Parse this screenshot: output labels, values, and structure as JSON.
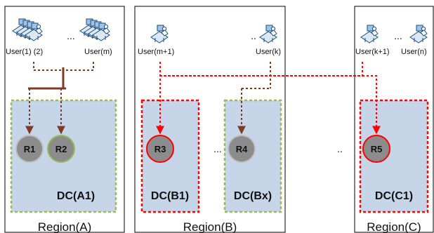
{
  "regions": [
    {
      "label": "Region(A)"
    },
    {
      "label": "Region(B)"
    },
    {
      "label": "Region(C)"
    }
  ],
  "users": {
    "a_left": "User(1) (2)",
    "a_right": "User(m)",
    "b_left": "User(m+1)",
    "b_right": "User(k)",
    "c_left": "User(k+1)",
    "c_right": "User(n)"
  },
  "ellipses": {
    "users_a": "...",
    "users_b": "..",
    "users_c": "...",
    "dc_b": "...",
    "between_bc": ".."
  },
  "datacenters": [
    {
      "label": "DC(A1)",
      "border": "#9bbb59"
    },
    {
      "label": "DC(B1)",
      "border": "#ff0000"
    },
    {
      "label": "DC(Bx)",
      "border": "#9bbb59"
    },
    {
      "label": "DC(C1)",
      "border": "#ff0000"
    }
  ],
  "nodes": [
    {
      "label": "R1",
      "ring": "#bfbfbf"
    },
    {
      "label": "R2",
      "ring": "#9bbb59"
    },
    {
      "label": "R3",
      "ring": "#ff0000"
    },
    {
      "label": "R4",
      "ring": "#bfbfbf"
    },
    {
      "label": "R5",
      "ring": "#ff0000"
    }
  ],
  "colors": {
    "dc_fill": "#c6d5e8",
    "node_fill": "#8c8c8c",
    "brown_arrow": "#7b3b24",
    "red_arrow": "#ff0000"
  }
}
